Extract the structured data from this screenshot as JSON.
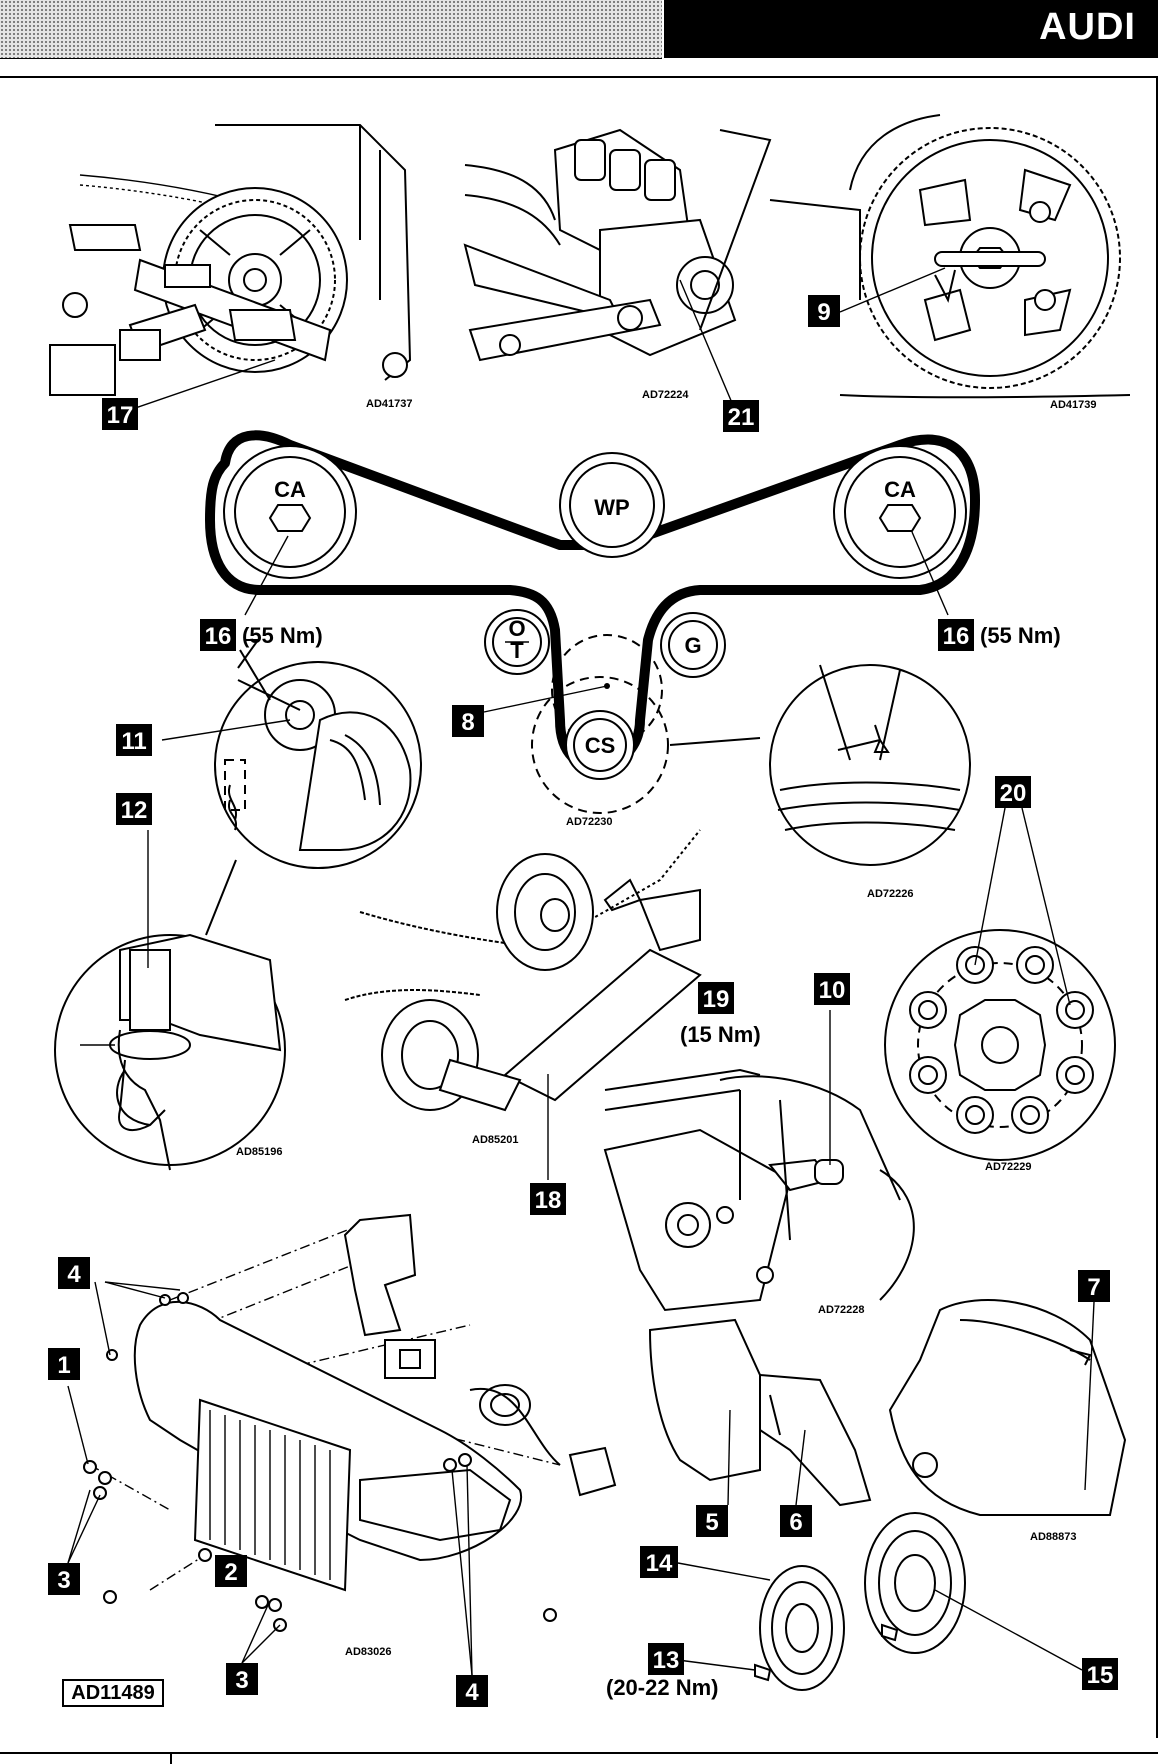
{
  "header": {
    "brand": "AUDI"
  },
  "reference_code": "AD11489",
  "pulleys": {
    "ca_left": "CA",
    "wp": "WP",
    "ca_right": "CA",
    "ot_top": "O",
    "ot_bottom": "T",
    "g": "G",
    "cs": "CS"
  },
  "callouts": {
    "c1": "1",
    "c2": "2",
    "c3a": "3",
    "c3b": "3",
    "c4a": "4",
    "c4b": "4",
    "c5": "5",
    "c6": "6",
    "c7": "7",
    "c8": "8",
    "c9": "9",
    "c10": "10",
    "c11": "11",
    "c12": "12",
    "c13": "13",
    "c14": "14",
    "c15": "15",
    "c16a": "16",
    "c16b": "16",
    "c17": "17",
    "c18": "18",
    "c19": "19",
    "c20": "20",
    "c21": "21"
  },
  "torques": {
    "t16a": "(55 Nm)",
    "t16b": "(55 Nm)",
    "t19": "(15 Nm)",
    "t13": "(20-22 Nm)"
  },
  "figure_codes": {
    "f1": "AD41737",
    "f2": "AD72224",
    "f3": "AD41739",
    "f4": "AD72230",
    "f5": "AD72226",
    "f6": "AD85196",
    "f7": "AD85201",
    "f8": "AD72229",
    "f9": "AD72228",
    "f10": "AD83026",
    "f11": "AD88873"
  }
}
